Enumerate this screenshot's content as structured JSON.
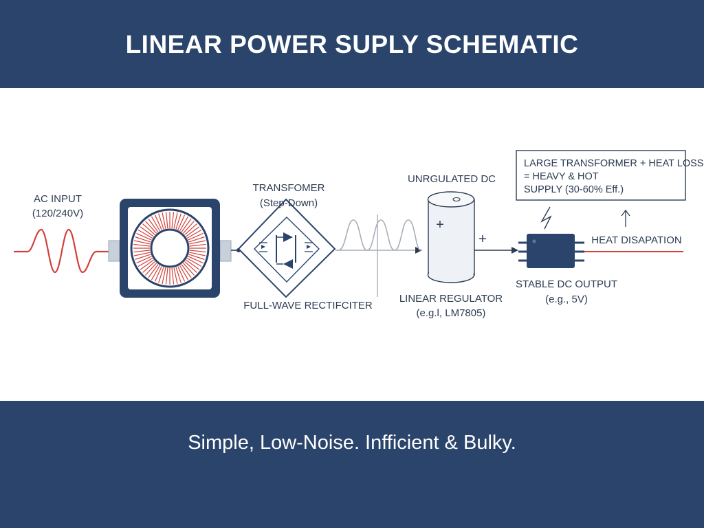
{
  "title": "LINEAR POWER SUPLY SCHEMATIC",
  "footer": "Simple, Low-Noise. Infficient & Bulky.",
  "labels": {
    "ac_input_line1": "AC INPUT",
    "ac_input_line2": "(120/240V)",
    "transformer_line1": "TRANSFOMER",
    "transformer_line2": "(Step-Down)",
    "rectifier": "FULL-WAVE RECTIFCITER",
    "unregulated_dc": "UNRGULATED DC",
    "regulator_line1": "LINEAR REGULATOR",
    "regulator_line2": "(e.g.l, LM7805)",
    "stable_output_line1": "STABLE DC OUTPUT",
    "stable_output_line2": "(e.g., 5V)",
    "heat_dissipation": "HEAT DISAPATION",
    "plus_sign": "+"
  },
  "note": {
    "line1": "LARGE TRANSFORMER + HEAT LOSS",
    "line2": "= HEAVY & HOT",
    "line3": "SUPPLY (30-60% Eff.)"
  },
  "colors": {
    "navy": "#2a446b",
    "ac_wave_red": "#d2403a",
    "heat_red": "#d2403a",
    "outline": "#2c3b52",
    "ripple_gray": "#a7adb6",
    "capacitor_fill": "#eef1f5"
  },
  "icons": [
    "toroidal-transformer-icon",
    "bridge-rectifier-icon",
    "capacitor-icon",
    "regulator-chip-icon",
    "lightning-icon",
    "up-arrow-icon"
  ]
}
